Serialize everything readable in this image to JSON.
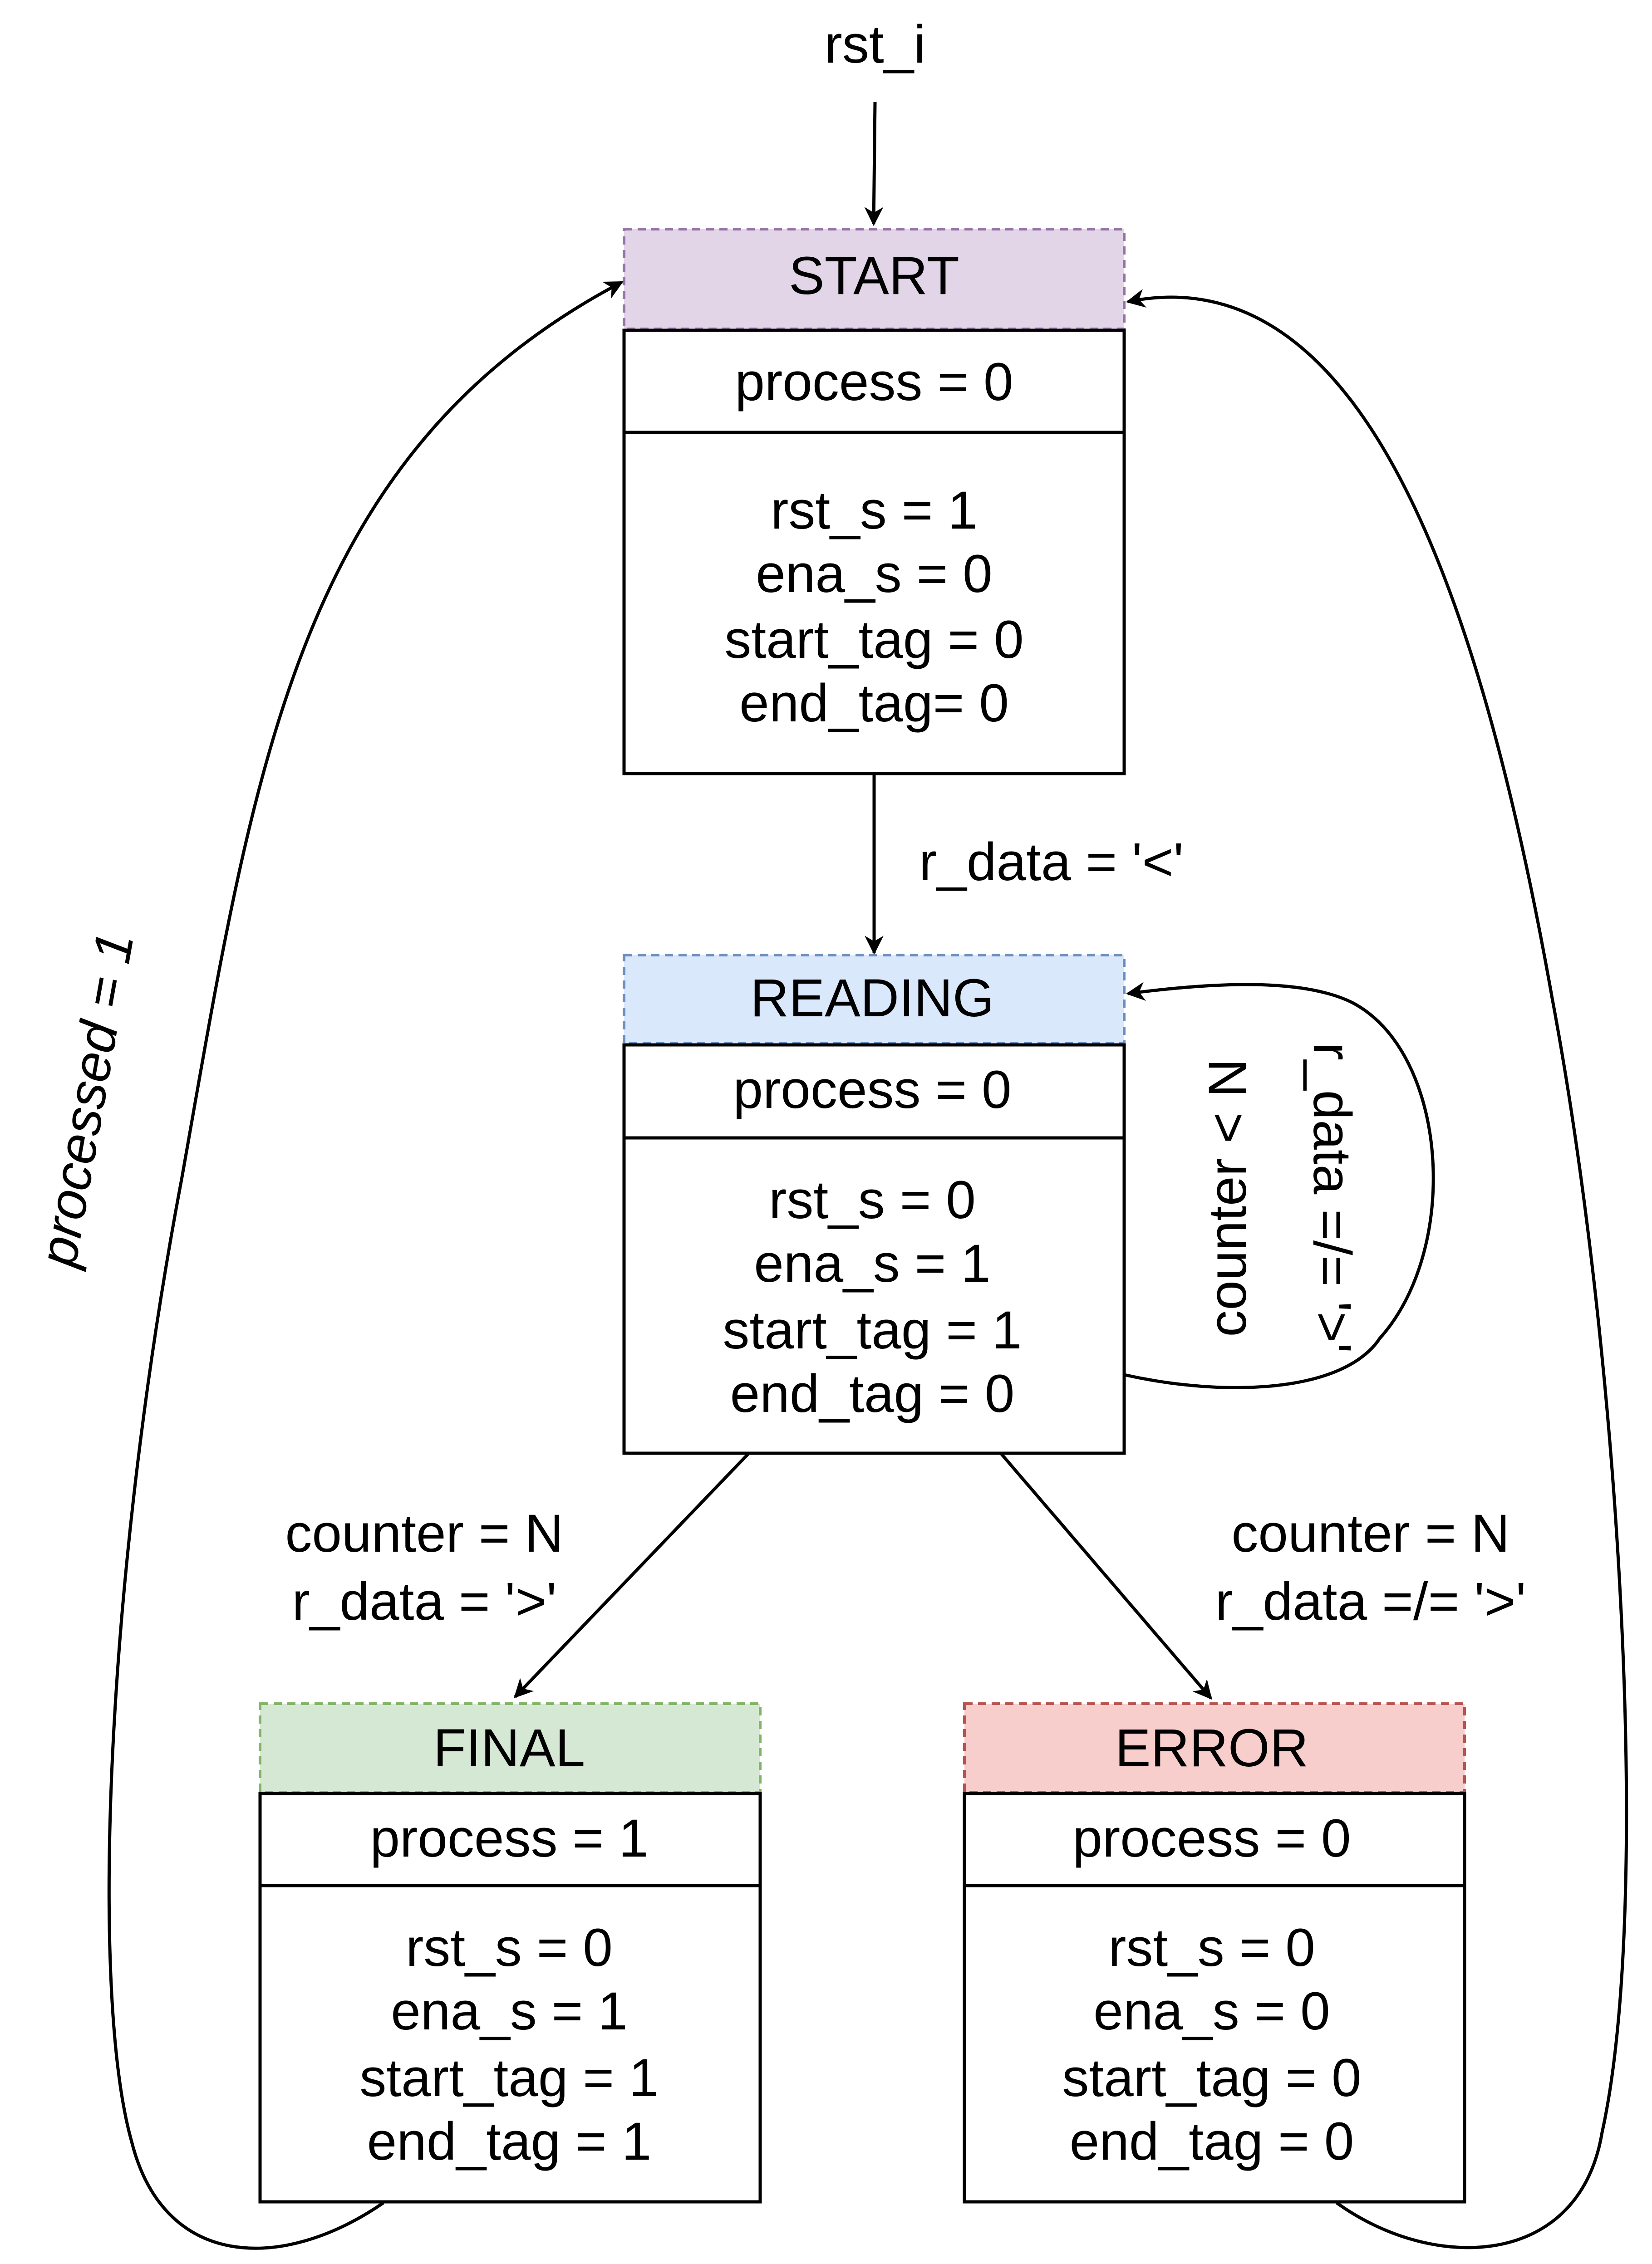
{
  "diagram": {
    "entry_label": "rst_i",
    "colors": {
      "start_fill": "#e1d5e7",
      "start_stroke": "#9673a6",
      "reading_fill": "#dae8fc",
      "reading_stroke": "#6c8ebf",
      "final_fill": "#d5e8d4",
      "final_stroke": "#82b366",
      "error_fill": "#f8cecc",
      "error_stroke": "#b85450",
      "line": "#000000"
    },
    "states": {
      "start": {
        "name": "START",
        "output": "process = 0",
        "signals": [
          "rst_s = 1",
          "ena_s = 0",
          "start_tag = 0",
          "end_tag= 0"
        ]
      },
      "reading": {
        "name": "READING",
        "output": "process = 0",
        "signals": [
          "rst_s = 0",
          "ena_s = 1",
          "start_tag = 1",
          "end_tag = 0"
        ]
      },
      "final": {
        "name": "FINAL",
        "output": "process = 1",
        "signals": [
          "rst_s = 0",
          "ena_s = 1",
          "start_tag = 1",
          "end_tag = 1"
        ]
      },
      "error": {
        "name": "ERROR",
        "output": "process = 0",
        "signals": [
          "rst_s = 0",
          "ena_s = 0",
          "start_tag = 0",
          "end_tag = 0"
        ]
      }
    },
    "transitions": {
      "start_to_reading": "r_data = '<'",
      "reading_self": [
        "counter < N",
        "r_data =/= '>'"
      ],
      "reading_to_final": [
        "counter = N",
        "r_data = '>'"
      ],
      "reading_to_error": [
        "counter = N",
        "r_data =/= '>'"
      ],
      "final_to_start": "processed = 1"
    }
  }
}
